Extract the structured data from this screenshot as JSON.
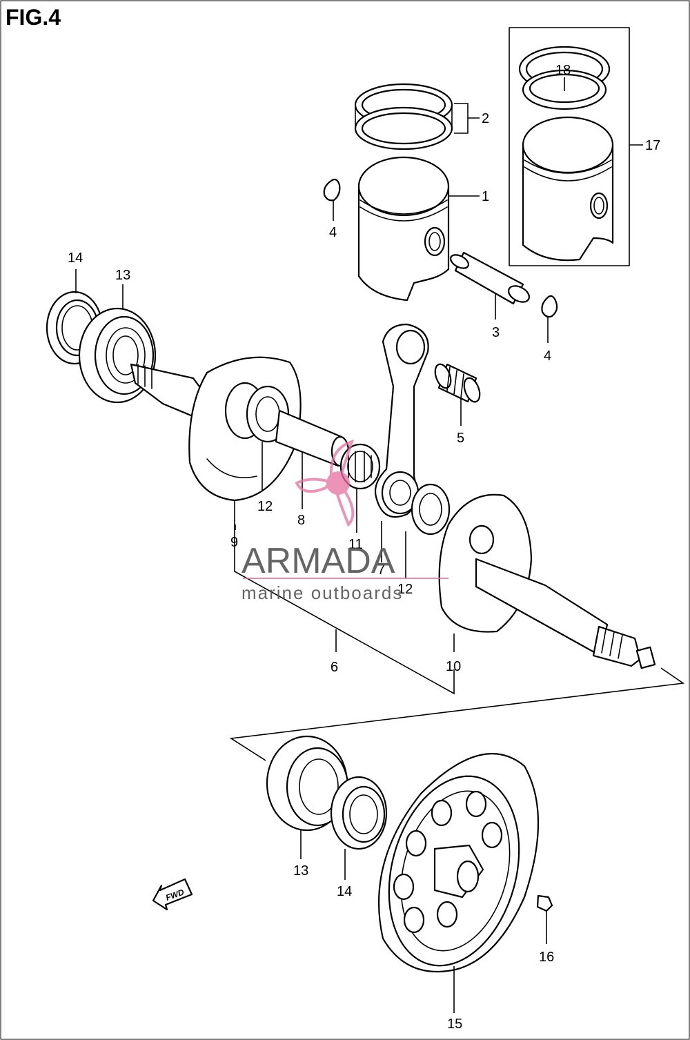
{
  "figure_title": "FIG.4",
  "callouts": {
    "c1": "1",
    "c2": "2",
    "c3": "3",
    "c4a": "4",
    "c4b": "4",
    "c5": "5",
    "c6": "6",
    "c7": "7",
    "c8": "8",
    "c9": "9",
    "c10": "10",
    "c11": "11",
    "c12a": "12",
    "c12b": "12",
    "c13a": "13",
    "c13b": "13",
    "c14a": "14",
    "c14b": "14",
    "c15": "15",
    "c16": "16",
    "c17": "17",
    "c18": "18"
  },
  "fwd_label": "FWD",
  "watermark": {
    "brand": "ARMADA",
    "tagline": "marine outboards",
    "brand_color": "#e86fa0",
    "text_color": "#555555"
  },
  "colors": {
    "line": "#000000",
    "background": "#ffffff"
  }
}
